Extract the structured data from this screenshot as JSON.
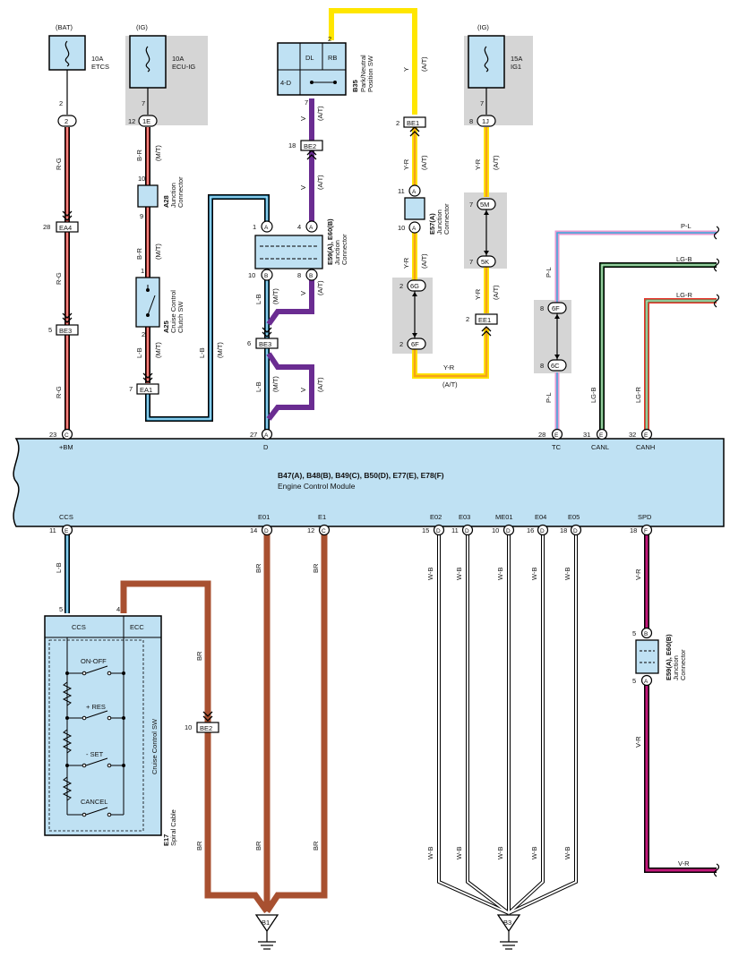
{
  "fuses": {
    "bat": {
      "group": "(BAT)",
      "amp": "10A",
      "name": "ETCS"
    },
    "ig1": {
      "group": "(IG)",
      "amp": "10A",
      "name": "ECU-IG"
    },
    "ig2": {
      "group": "(IG)",
      "amp": "15A",
      "name": "IG1"
    }
  },
  "ecm": {
    "title": "B47(A), B48(B), B49(C), B50(D), E77(E), E78(F)",
    "name": "Engine Control Module",
    "top_pins": [
      {
        "num": "23",
        "conn": "C",
        "label": "+BM"
      },
      {
        "num": "27",
        "conn": "A",
        "label": "D"
      },
      {
        "num": "28",
        "conn": "E",
        "label": "TC"
      },
      {
        "num": "31",
        "conn": "E",
        "label": "CANL"
      },
      {
        "num": "32",
        "conn": "E",
        "label": "CANH"
      }
    ],
    "bottom_pins": [
      {
        "num": "11",
        "conn": "E",
        "label": "CCS"
      },
      {
        "num": "14",
        "conn": "D",
        "label": "E01"
      },
      {
        "num": "12",
        "conn": "C",
        "label": "E1"
      },
      {
        "num": "15",
        "conn": "D",
        "label": "E02"
      },
      {
        "num": "11",
        "conn": "D",
        "label": "E03"
      },
      {
        "num": "10",
        "conn": "D",
        "label": "ME01"
      },
      {
        "num": "16",
        "conn": "D",
        "label": "E04"
      },
      {
        "num": "18",
        "conn": "D",
        "label": "E05"
      },
      {
        "num": "18",
        "conn": "F",
        "label": "SPD"
      }
    ]
  },
  "components": {
    "b35": {
      "id": "B35",
      "name1": "Park/Neutral",
      "name2": "Position SW",
      "dl": "DL",
      "rb": "RB",
      "d4": "4-D",
      "pin_top": "2",
      "pin_bottom": "7"
    },
    "a28": {
      "id": "A28",
      "name1": "Junction",
      "name2": "Connector",
      "pin_top": "10",
      "pin_bottom": "9"
    },
    "a25": {
      "id": "A25",
      "name1": "Cruise Control",
      "name2": "Clutch SW",
      "pin_top": "1",
      "pin_bottom": "2"
    },
    "e59_top": {
      "id": "E59(A), E60(B)",
      "name1": "Junction",
      "name2": "Connector"
    },
    "e57": {
      "id": "E57(A)",
      "name1": "Junction",
      "name2": "Connector"
    },
    "e59_bottom": {
      "id": "E59(A), E60(B)",
      "name1": "Junction",
      "name2": "Connector"
    },
    "e17": {
      "id": "E17",
      "name": "Spiral Cable",
      "sw_name": "Cruise Control SW",
      "ccs": "CCS",
      "ecc": "ECC",
      "pin_ccs": "5",
      "pin_ecc": "4",
      "switches": [
        "ON-OFF",
        "+ RES",
        "- SET",
        "CANCEL"
      ]
    }
  },
  "connectors": {
    "c2": {
      "num": "2",
      "label": "2"
    },
    "c1e": {
      "num": "12",
      "label": "1E"
    },
    "ea4": {
      "num": "28",
      "label": "EA4"
    },
    "be3a": {
      "num": "5",
      "label": "BE3"
    },
    "ea1": {
      "num": "7",
      "label": "EA1"
    },
    "be2a": {
      "num": "18",
      "label": "BE2"
    },
    "be3b": {
      "num": "6",
      "label": "BE3"
    },
    "be1": {
      "num": "2",
      "label": "BE1"
    },
    "ee1": {
      "num": "2",
      "label": "EE1"
    },
    "c1j": {
      "num": "8",
      "label": "1J"
    },
    "c5m": {
      "num": "7",
      "label": "5M"
    },
    "c5k": {
      "num": "7",
      "label": "5K"
    },
    "c6g": {
      "num": "2",
      "label": "6G"
    },
    "c6f_left": {
      "num": "2",
      "label": "6F"
    },
    "c6f_right": {
      "num": "8",
      "label": "6F"
    },
    "c6c": {
      "num": "8",
      "label": "6C"
    },
    "be2b": {
      "num": "10",
      "label": "BE2"
    },
    "e59a_pins": [
      {
        "num": "1",
        "label": "A"
      },
      {
        "num": "4",
        "label": "A"
      },
      {
        "num": "10",
        "label": "B"
      },
      {
        "num": "8",
        "label": "B"
      }
    ],
    "e57_pins": [
      {
        "num": "11",
        "label": "A"
      },
      {
        "num": "10",
        "label": "A"
      }
    ],
    "e59b_pins": [
      {
        "num": "5",
        "label": "B"
      },
      {
        "num": "5",
        "label": "A"
      }
    ]
  },
  "wires": {
    "rg": "R-G",
    "br_": "B-R",
    "lb": "L-B",
    "v": "V",
    "y": "Y",
    "yr": "Y-R",
    "pl": "P-L",
    "lgb": "LG-B",
    "lgr": "LG-R",
    "br": "BR",
    "wb": "W-B",
    "vr": "V-R",
    "mt": "(M/T)",
    "at": "(A/T)"
  },
  "grounds": {
    "b1": "B1",
    "b3": "B3"
  },
  "colors": {
    "ecm_fill": "#bfe1f3",
    "shade": "#d5d5d5",
    "red": "#e8322b",
    "lblue": "#39a9dc",
    "purple": "#6a2c91",
    "yellow": "#ffe600",
    "orange": "#f5a31a",
    "pink": "#e59ad1",
    "green": "#4ca85c",
    "brown": "#a85030",
    "magenta": "#c2187a"
  }
}
